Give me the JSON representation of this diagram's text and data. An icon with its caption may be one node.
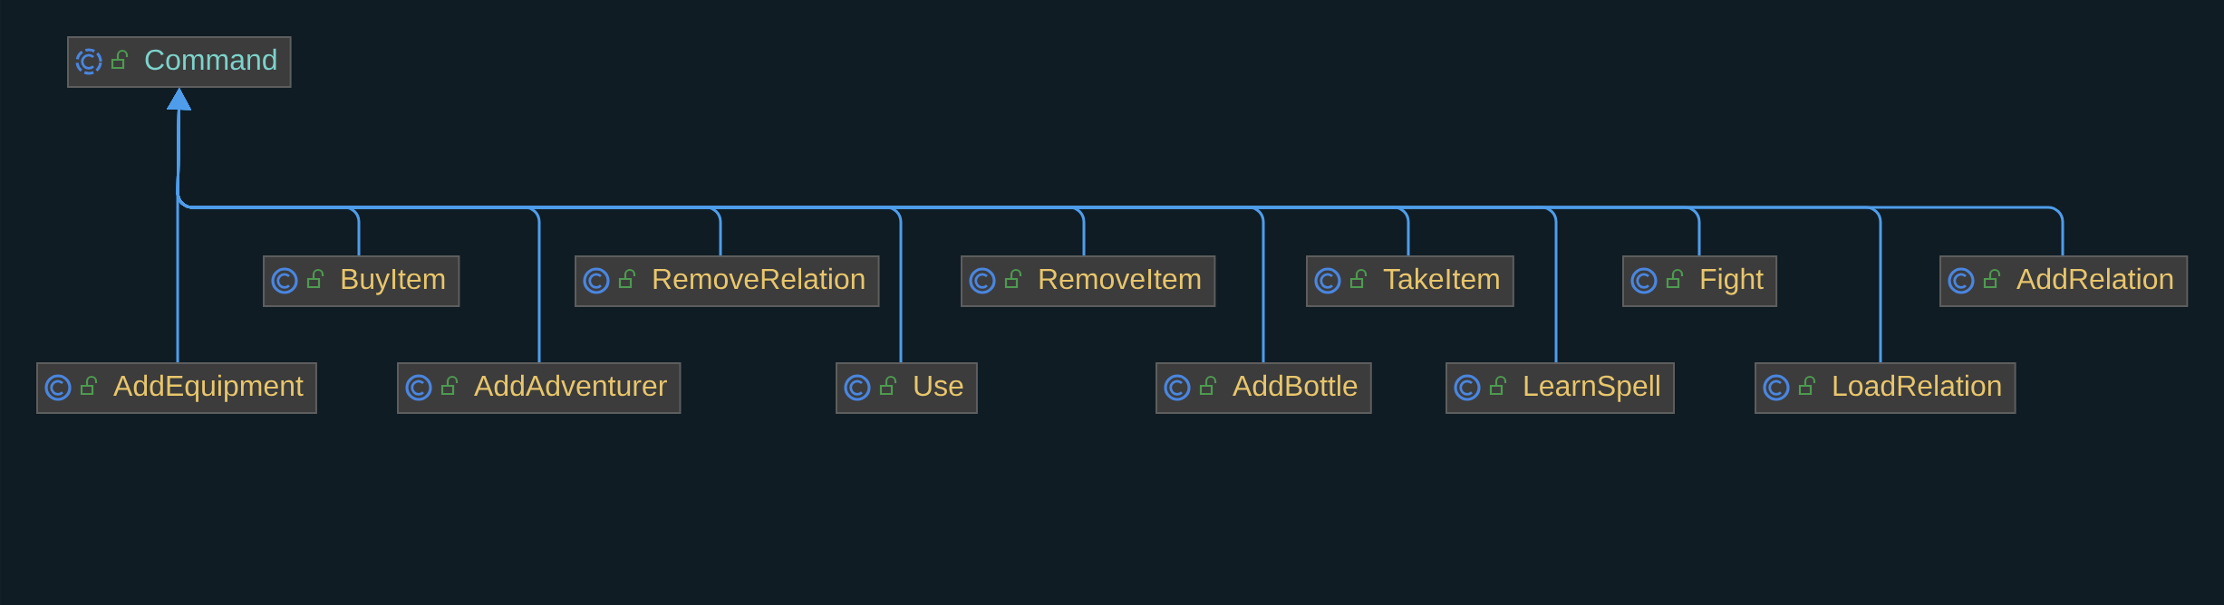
{
  "diagram": {
    "nodes": [
      {
        "text": [
          "Command"
        ]
      },
      {
        "text": [
          "BuyItem"
        ]
      },
      {
        "text": [
          "RemoveRelation"
        ]
      },
      {
        "text": [
          "RemoveItem"
        ]
      },
      {
        "text": [
          "TakeItem"
        ]
      },
      {
        "text": [
          "Fight"
        ]
      },
      {
        "text": [
          "AddRelation"
        ]
      },
      {
        "text": [
          "AddEquipment"
        ]
      },
      {
        "text": [
          "AddAdventurer"
        ]
      },
      {
        "text": [
          "Use"
        ]
      },
      {
        "text": [
          "AddBottle"
        ]
      },
      {
        "text": [
          "LearnSpell"
        ]
      },
      {
        "text": [
          "LoadRelation"
        ]
      }
    ],
    "edges": [
      {
        "from": 7,
        "to": 0,
        "arrow": "to"
      },
      {
        "from": 1,
        "to": 0,
        "arrow": "to"
      },
      {
        "from": 8,
        "to": 0,
        "arrow": "to"
      },
      {
        "from": 2,
        "to": 0,
        "arrow": "to"
      },
      {
        "from": 9,
        "to": 0,
        "arrow": "to"
      },
      {
        "from": 3,
        "to": 0,
        "arrow": "to"
      },
      {
        "from": 10,
        "to": 0,
        "arrow": "to"
      },
      {
        "from": 4,
        "to": 0,
        "arrow": "to"
      },
      {
        "from": 11,
        "to": 0,
        "arrow": "to"
      },
      {
        "from": 5,
        "to": 0,
        "arrow": "to"
      },
      {
        "from": 12,
        "to": 0,
        "arrow": "to"
      },
      {
        "from": 6,
        "to": 0,
        "arrow": "to"
      }
    ]
  }
}
